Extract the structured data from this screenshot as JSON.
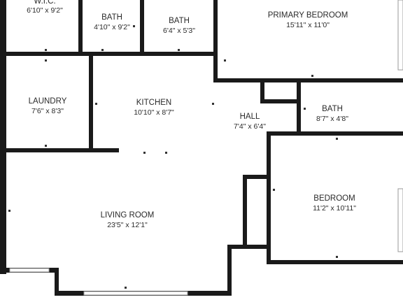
{
  "rooms": [
    {
      "id": "wic",
      "name": "W.I.C.",
      "dims": "6'10\" x 9'2\""
    },
    {
      "id": "bath1",
      "name": "BATH",
      "dims": "4'10\" x 9'2\""
    },
    {
      "id": "bath2",
      "name": "BATH",
      "dims": "6'4\" x 5'3\""
    },
    {
      "id": "primary-bedroom",
      "name": "PRIMARY BEDROOM",
      "dims": "15'11\" x 11'0\""
    },
    {
      "id": "laundry",
      "name": "LAUNDRY",
      "dims": "7'6\" x 8'3\""
    },
    {
      "id": "kitchen",
      "name": "KITCHEN",
      "dims": "10'10\" x 8'7\""
    },
    {
      "id": "hall",
      "name": "HALL",
      "dims": "7'4\" x 6'4\""
    },
    {
      "id": "bath3",
      "name": "BATH",
      "dims": "8'7\" x 4'8\""
    },
    {
      "id": "bedroom",
      "name": "BEDROOM",
      "dims": "11'2\" x 10'11\""
    },
    {
      "id": "living-room",
      "name": "LIVING ROOM",
      "dims": "23'5\" x 12'1\""
    }
  ]
}
